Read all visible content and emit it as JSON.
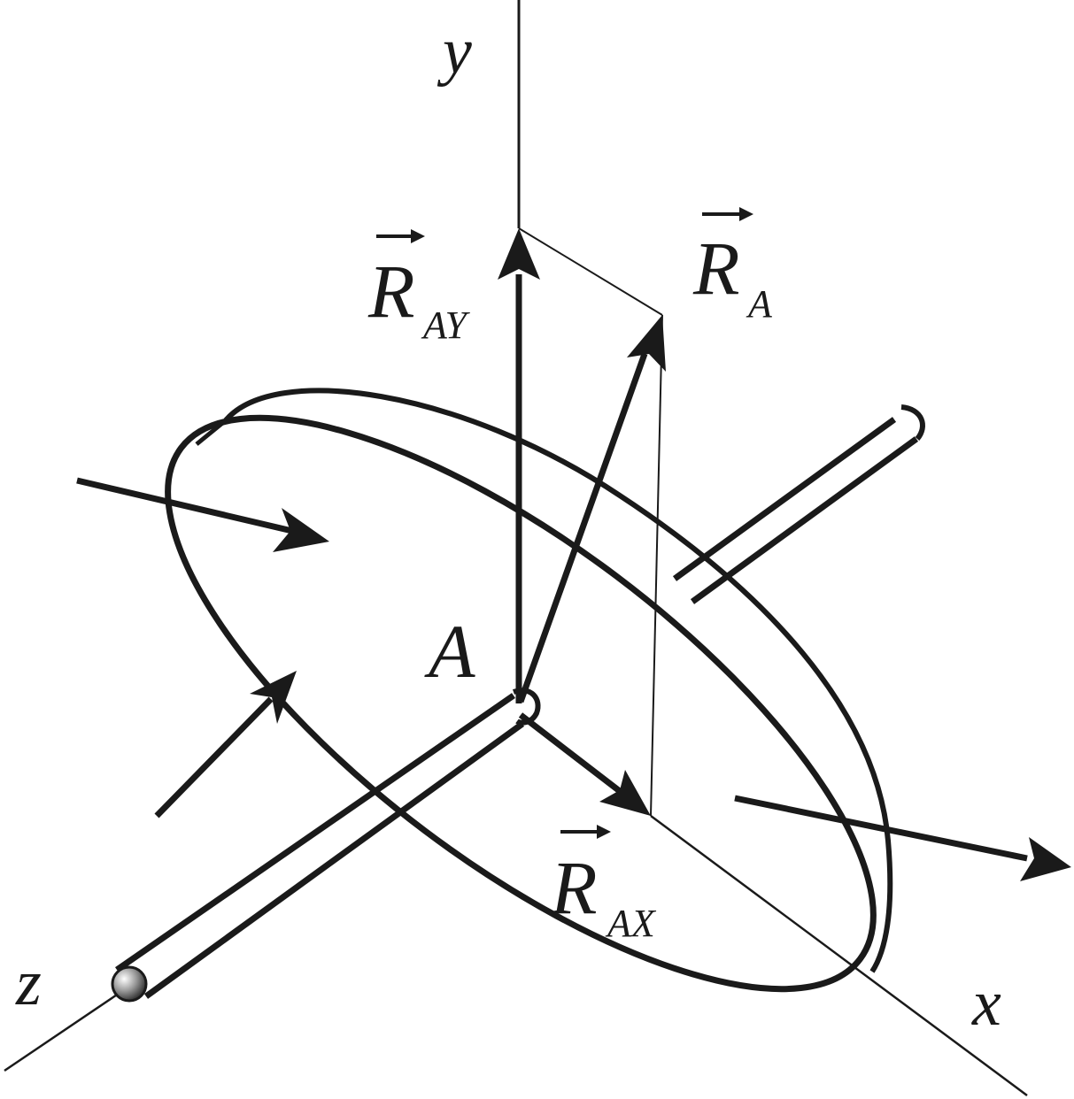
{
  "labels": {
    "y_axis": "y",
    "x_axis": "x",
    "z_axis": "z",
    "point": "A",
    "ra_main": "R",
    "ra_sub": "A",
    "ray_main": "R",
    "ray_sub": "AY",
    "rax_main": "R",
    "rax_sub": "AX"
  },
  "colors": {
    "ink": "#1a1a1a",
    "background": "#ffffff"
  }
}
